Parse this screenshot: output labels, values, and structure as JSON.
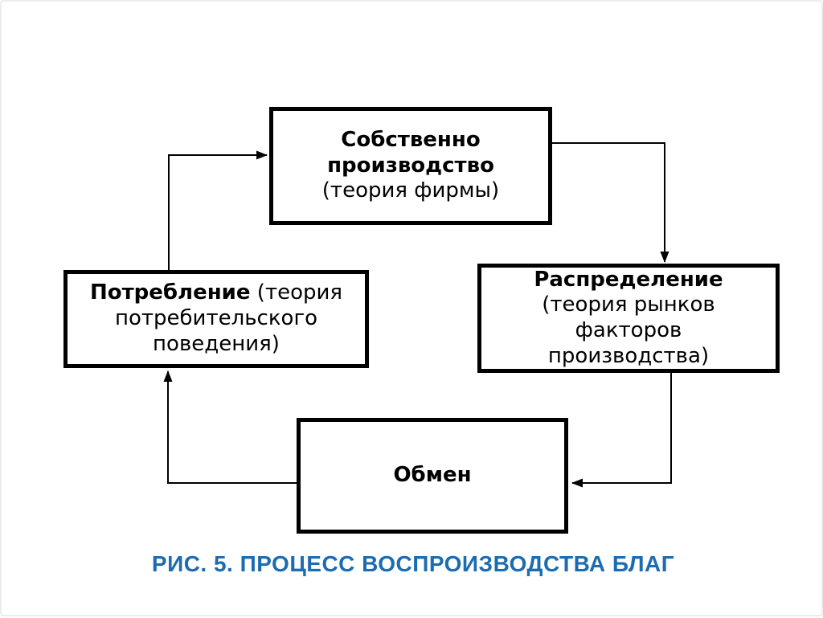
{
  "diagram": {
    "boxes": {
      "production": {
        "bold": "Собственно производство",
        "normal": "(теория фирмы)"
      },
      "distribution": {
        "bold": "Распределение",
        "normal": "(теория рынков факторов производства)"
      },
      "consumption": {
        "bold": "Потребление",
        "normal": " (теория потребительского поведения)"
      },
      "exchange": {
        "bold": "Обмен"
      }
    },
    "arrows": {
      "consumption_to_production": "Потребление → Собственно производство",
      "production_to_distribution": "Собственно производство → Распределение",
      "distribution_to_exchange": "Распределение → Обмен",
      "exchange_to_consumption": "Обмен → Потребление"
    },
    "caption": {
      "text": "РИС. 5. ПРОЦЕСС ВОСПРОИЗВОДСТВА БЛАГ",
      "color": "#1c6cb2"
    },
    "colors": {
      "box_border": "#000000",
      "arrow": "#000000",
      "background": "#ffffff"
    }
  }
}
